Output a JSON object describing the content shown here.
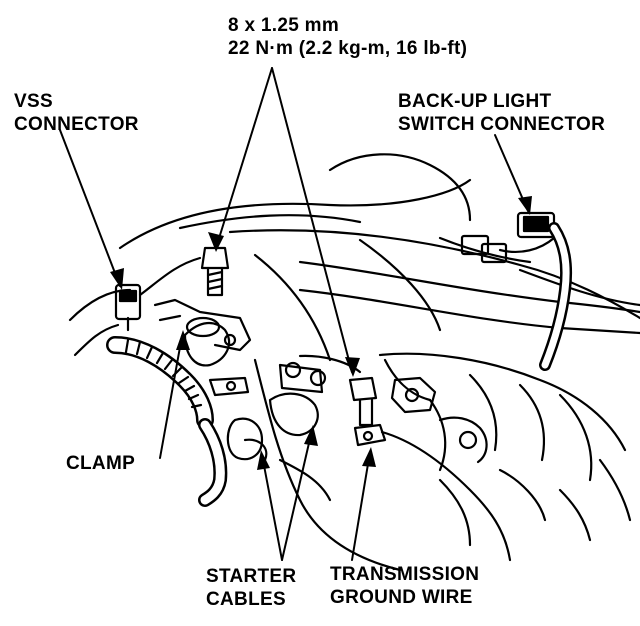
{
  "diagram": {
    "labels": {
      "bolt_spec": {
        "line1": "8 x 1.25 mm",
        "line2": "22 N·m (2.2 kg-m, 16 lb-ft)"
      },
      "vss_connector": {
        "line1": "VSS",
        "line2": "CONNECTOR"
      },
      "backup_light_switch_connector": {
        "line1": "BACK-UP LIGHT",
        "line2": "SWITCH CONNECTOR"
      },
      "clamp": {
        "line1": "CLAMP"
      },
      "starter_cables": {
        "line1": "STARTER",
        "line2": "CABLES"
      },
      "transmission_ground_wire": {
        "line1": "TRANSMISSION",
        "line2": "GROUND WIRE"
      }
    },
    "colors": {
      "ink": "#000000",
      "paper": "#ffffff"
    }
  }
}
